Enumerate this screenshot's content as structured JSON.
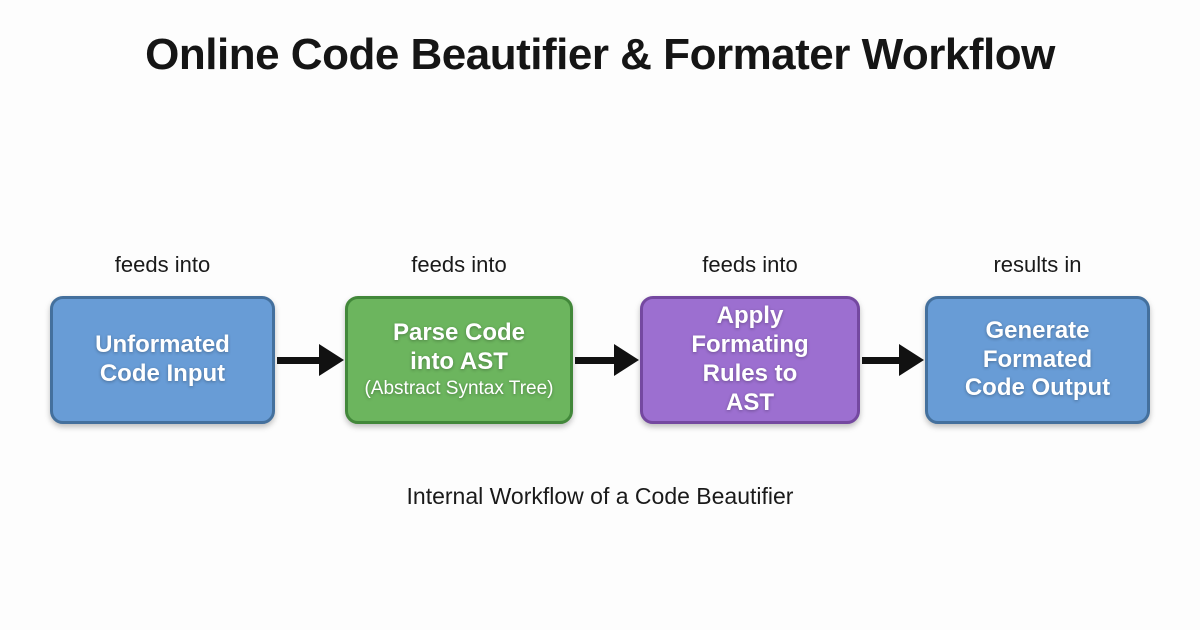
{
  "title": "Online Code Beautifier & Formater Workflow",
  "caption": "Internal Workflow of a Code Beautifier",
  "colors": {
    "background": "#fdfdfd",
    "arrow": "#111111",
    "label_text": "#1a1a1a",
    "node_text": "#ffffff",
    "blue_fill": "#689cd6",
    "blue_border": "#44709d",
    "green_fill": "#6cb55e",
    "green_border": "#42883a",
    "purple_fill": "#9c6fd0",
    "purple_border": "#7448a0"
  },
  "nodes": [
    {
      "edge_label": "feeds into",
      "text": "Unformated\nCode Input",
      "subtext": "",
      "fill": "#689cd6",
      "border": "#44709d"
    },
    {
      "edge_label": "feeds into",
      "text": "Parse Code\ninto AST",
      "subtext": "(Abstract Syntax Tree)",
      "fill": "#6cb55e",
      "border": "#42883a"
    },
    {
      "edge_label": "feeds into",
      "text": "Apply\nFormating\nRules to\nAST",
      "subtext": "",
      "fill": "#9c6fd0",
      "border": "#7448a0"
    },
    {
      "edge_label": "results in",
      "text": "Generate\nFormated\nCode Output",
      "subtext": "",
      "fill": "#689cd6",
      "border": "#44709d"
    }
  ]
}
